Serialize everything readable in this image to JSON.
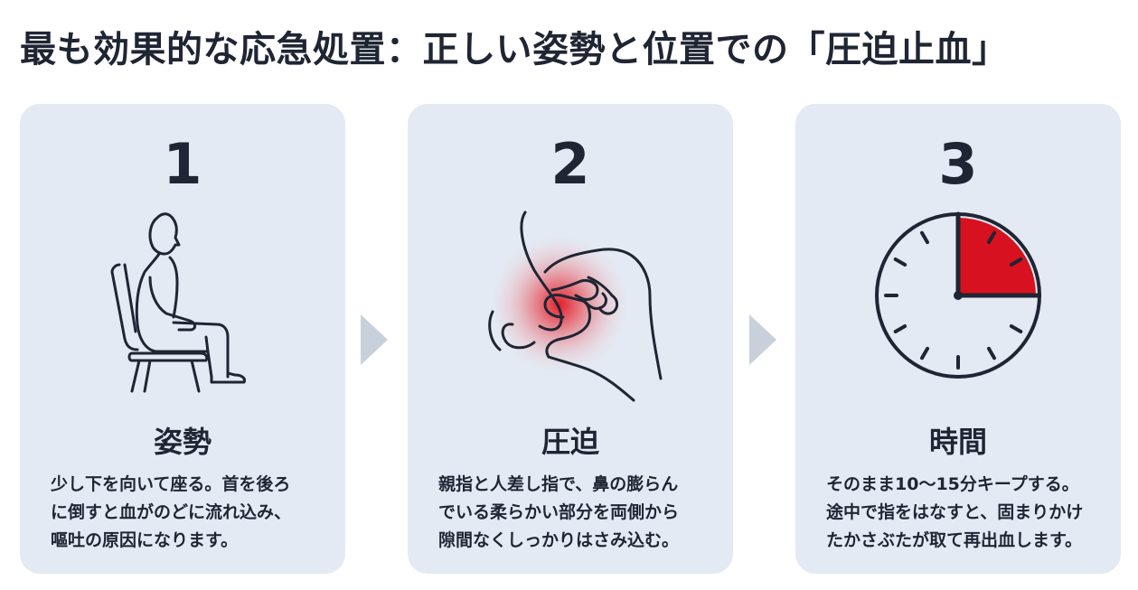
{
  "title": "最も効果的な応急処置：正しい姿勢と位置での「圧迫止血」",
  "steps": [
    {
      "number": "1",
      "label": "姿勢",
      "lines": [
        "少し下を向いて座る。首を後ろ",
        "に倒すと血がのどに流れ込み、",
        "嘔吐の原因になります。"
      ],
      "icon": "seated-person-icon"
    },
    {
      "number": "2",
      "label": "圧迫",
      "lines": [
        "親指と人差し指で、鼻の膨らん",
        "でいる柔らかい部分を両側から",
        "隙間なくしっかりはさみ込む。"
      ],
      "icon": "nose-pinch-icon"
    },
    {
      "number": "3",
      "label": "時間",
      "lines": [
        "そのまま10〜15分キープする。",
        "途中で指をはなすと、固まりかけ",
        "たかさぶたが取て再出血します。"
      ],
      "icon": "clock-icon"
    }
  ],
  "colors": {
    "card_bg": "#e3eaf3",
    "text": "#1f2533",
    "accent_red": "#d7111f",
    "arrow": "#c8d0db"
  },
  "clock": {
    "highlighted_fraction": 0.25
  }
}
